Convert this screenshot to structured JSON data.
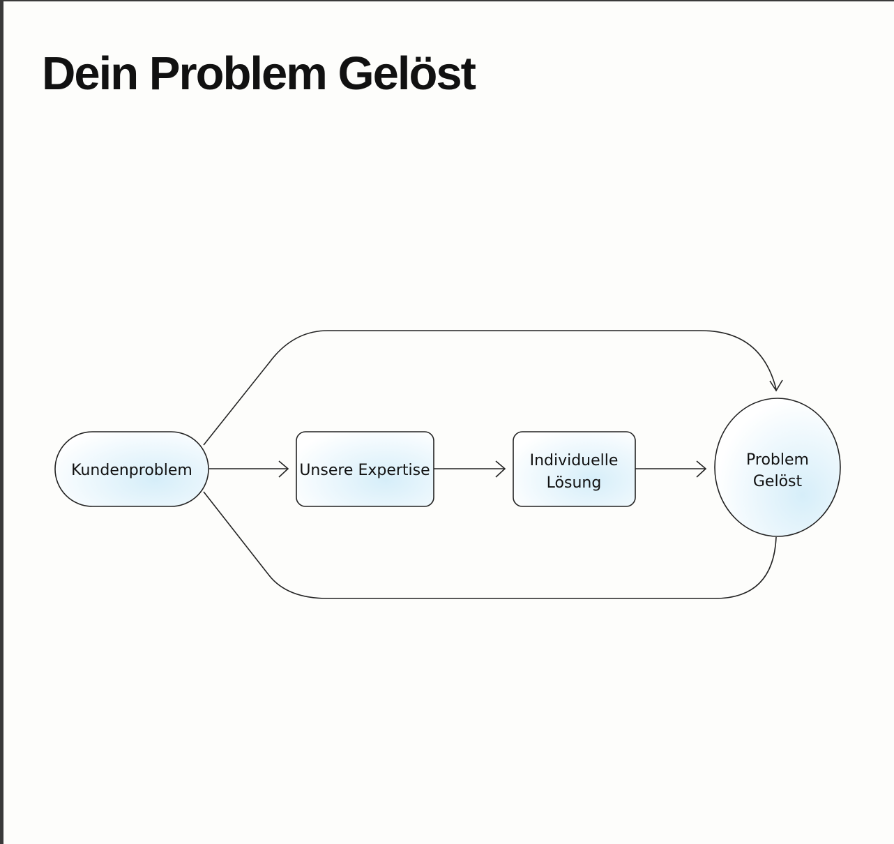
{
  "title": "Dein Problem Gelöst",
  "nodes": {
    "customer_problem": "Kundenproblem",
    "expertise": "Unsere Expertise",
    "solution_line1": "Individuelle",
    "solution_line2": "Lösung",
    "solved_line1": "Problem",
    "solved_line2": "Gelöst"
  },
  "colors": {
    "node_fill_light": "#ffffff",
    "node_fill_accent": "#d6eef9",
    "stroke": "#222222",
    "title": "#111111"
  }
}
